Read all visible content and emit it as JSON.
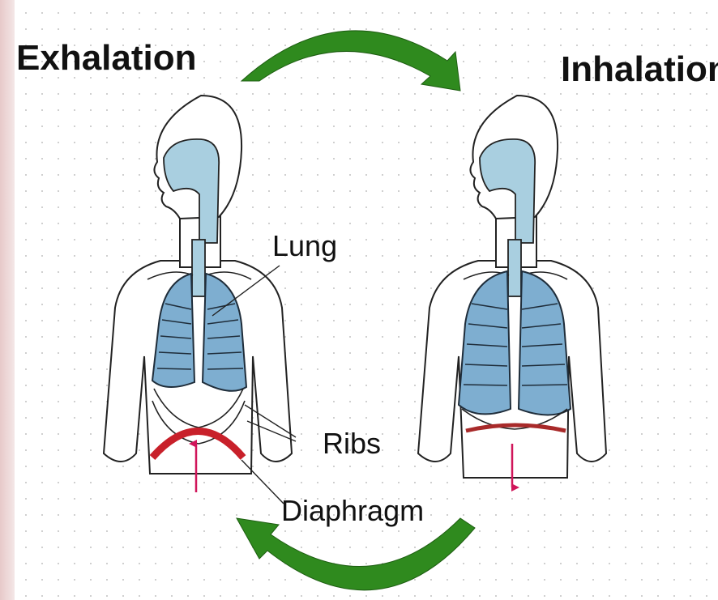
{
  "headings": {
    "left": "Exhalation",
    "right": "Inhalation"
  },
  "labels": {
    "lung": "Lung",
    "ribs": "Ribs",
    "diaphragm": "Diaphragm"
  },
  "colors": {
    "cycle_arrow": "#2f8a1e",
    "diaphragm": "#c8202a",
    "lung": "#7eaed0",
    "airway": "#a9cfe0",
    "motion_arrow": "#d0155a",
    "dot_grid": "#c8c8c8"
  },
  "icons": {
    "top_arrow": "curved-arrow-right-icon",
    "bottom_arrow": "curved-arrow-left-icon",
    "diaphragm_up": "arrow-up-icon",
    "diaphragm_down": "arrow-down-icon"
  }
}
